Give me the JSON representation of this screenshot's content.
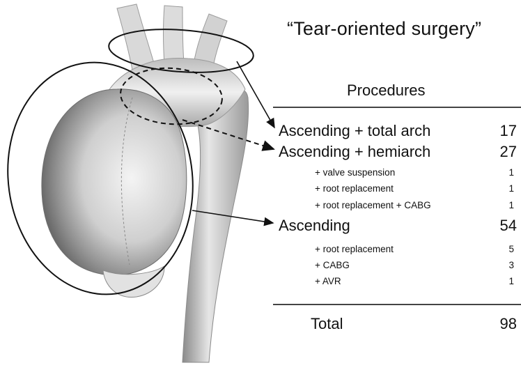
{
  "title": "“Tear-oriented surgery”",
  "table": {
    "header": "Procedures",
    "rows": [
      {
        "label": "Ascending + total arch",
        "value": "17",
        "level": "main"
      },
      {
        "label": "Ascending + hemiarch",
        "value": "27",
        "level": "main"
      },
      {
        "label": "+ valve suspension",
        "value": "1",
        "level": "sub"
      },
      {
        "label": "+ root replacement",
        "value": "1",
        "level": "sub"
      },
      {
        "label": "+ root replacement + CABG",
        "value": "1",
        "level": "sub"
      },
      {
        "label": "Ascending",
        "value": "54",
        "level": "main"
      },
      {
        "label": "+ root replacement",
        "value": "5",
        "level": "sub"
      },
      {
        "label": "+ CABG",
        "value": "3",
        "level": "sub"
      },
      {
        "label": "+ AVR",
        "value": "1",
        "level": "sub"
      }
    ],
    "total_label": "Total",
    "total_value": "98"
  },
  "colors": {
    "ink": "#111111",
    "vessel_shadow": "#7a7a7a",
    "vessel_light": "#e9e9e9"
  }
}
